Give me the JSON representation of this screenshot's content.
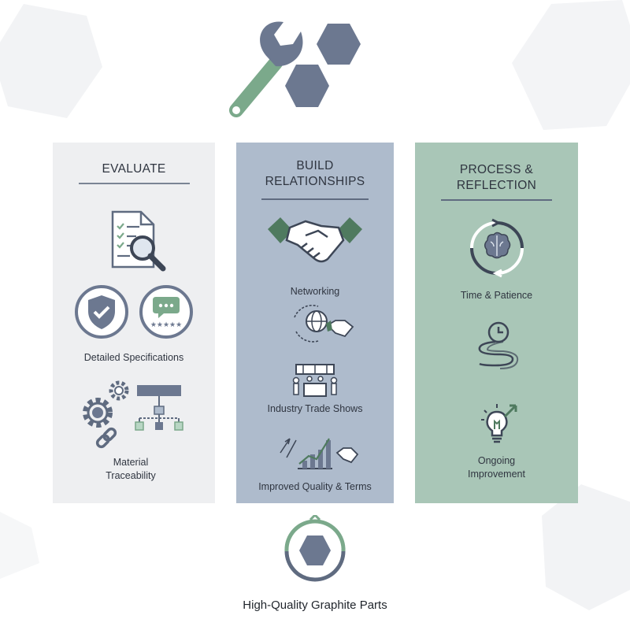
{
  "columns": {
    "evaluate": {
      "title": "EVALUATE",
      "items": [
        "Detailed Specifications",
        "Material\nTraceability"
      ]
    },
    "build": {
      "title": "BUILD\nRELATIONSHIPS",
      "items": [
        "Networking",
        "Industry Trade Shows",
        "Improved Quality & Terms"
      ]
    },
    "process": {
      "title": "PROCESS &\nREFLECTION",
      "items": [
        "Time & Patience",
        "Ongoing\nImprovement"
      ]
    }
  },
  "footer": {
    "label": "High-Quality Graphite Parts"
  },
  "colors": {
    "slate": "#6c7890",
    "sage": "#7ba98b",
    "evaluate_bg": "#eeeff1",
    "build_bg": "#aebbcc",
    "process_bg": "#a9c6b7",
    "text": "#2f3540"
  }
}
